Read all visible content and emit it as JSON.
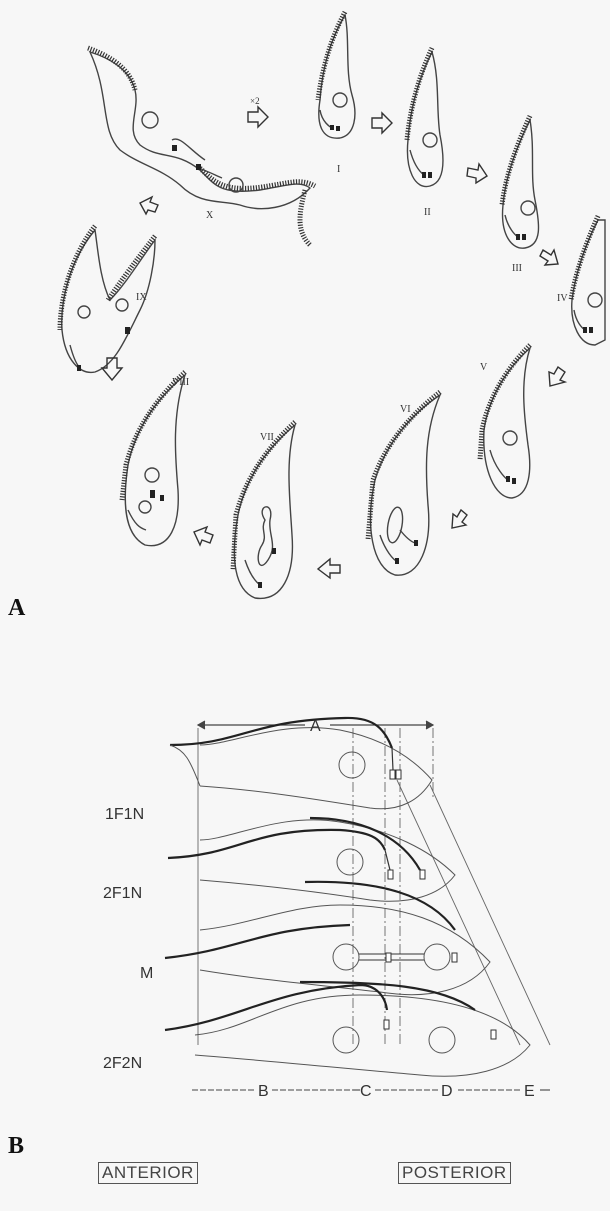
{
  "panel_a": {
    "letter": "A",
    "stage_labels": [
      "I",
      "II",
      "III",
      "IV",
      "V",
      "VI",
      "VII",
      "VIII",
      "IX",
      "X"
    ],
    "multiplier_label": "×2"
  },
  "panel_b": {
    "letter": "B",
    "top_span_label": "A",
    "row_labels": [
      "1F1N",
      "2F1N",
      "M",
      "2F2N"
    ],
    "bottom_span_labels": [
      "B",
      "C",
      "D",
      "E"
    ],
    "anterior_label": "ANTERIOR",
    "posterior_label": "POSTERIOR"
  }
}
